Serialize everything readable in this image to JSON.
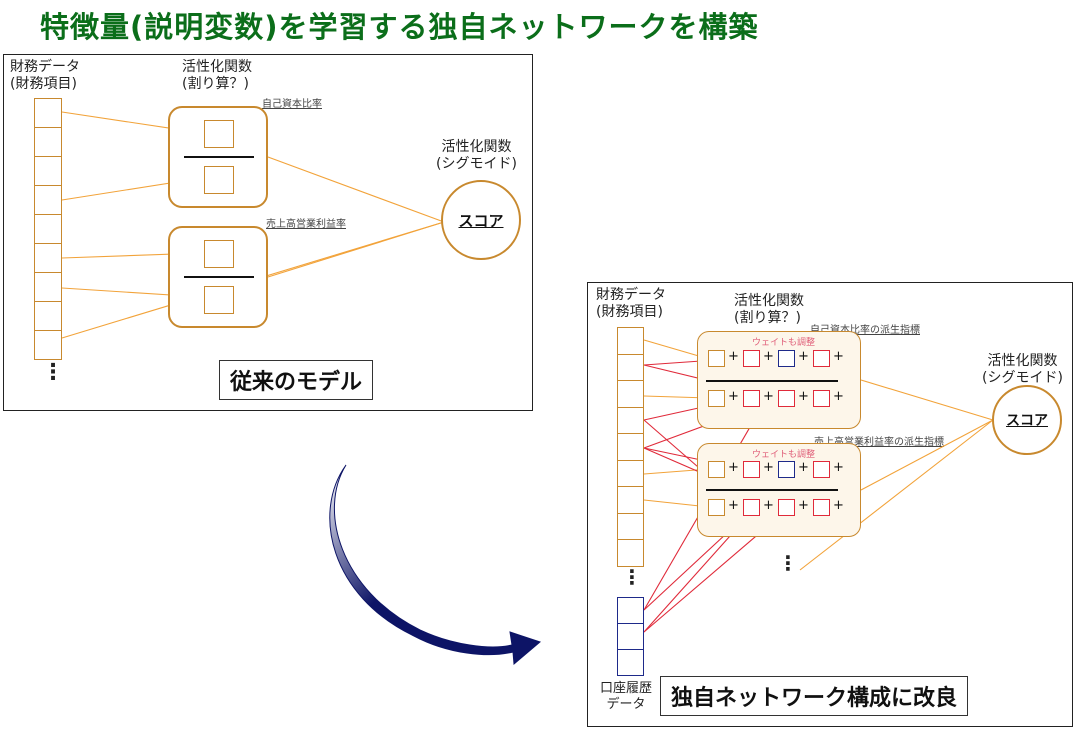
{
  "title": "特徴量(説明変数)を学習する独自ネットワークを構築",
  "old_model": {
    "input_label_1": "財務データ",
    "input_label_2": "(財務項目)",
    "ratio_label_1": "活性化関数",
    "ratio_label_2": "(割り算？)",
    "ratio1_name": "自己資本比率",
    "ratio2_name": "売上高営業利益率",
    "sigmoid_label_1": "活性化関数",
    "sigmoid_label_2": "(シグモイド)",
    "score": "スコア",
    "caption": "従来のモデル",
    "ellipsis": "⋮"
  },
  "new_model": {
    "input_label_1": "財務データ",
    "input_label_2": "(財務項目)",
    "ratio_label_1": "活性化関数",
    "ratio_label_2": "(割り算？)",
    "ratio1_name": "自己資本比率の派生指標",
    "ratio2_name": "売上高営業利益率の派生指標",
    "weight_note_1": "ウェイトも調整",
    "weight_note_2": "ウェイトも調整",
    "sigmoid_label_1": "活性化関数",
    "sigmoid_label_2": "(シグモイド)",
    "score": "スコア",
    "account_label_1": "口座履歴",
    "account_label_2": "データ",
    "caption": "独自ネットワーク構成に改良",
    "ellipsis": "⋮",
    "plus": "+"
  },
  "colors": {
    "title": "#0b6e1a",
    "orange": "#c8892e",
    "line_orange": "#f2a33a",
    "red": "#e02a3a",
    "navy": "#1e2a8a",
    "arrow": "#0d1466"
  }
}
